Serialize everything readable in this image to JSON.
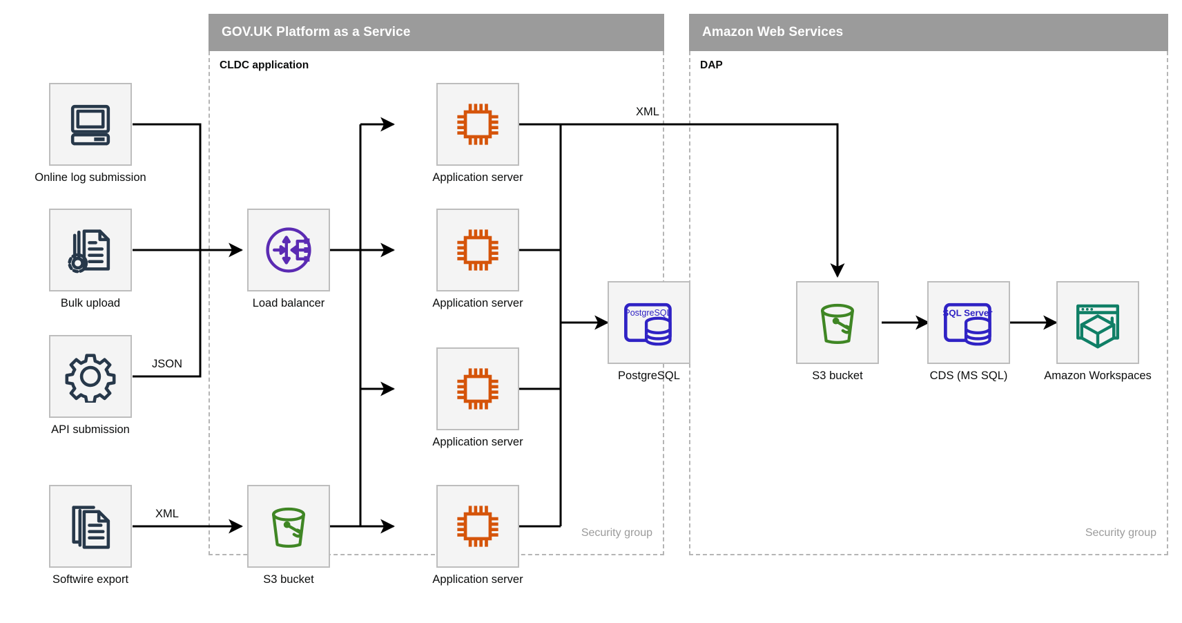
{
  "groups": [
    {
      "id": "paas",
      "title": "GOV.UK Platform as a Service",
      "subtitle": "CLDC application",
      "footer": "Security group"
    },
    {
      "id": "aws",
      "title": "Amazon Web Services",
      "subtitle": "DAP",
      "footer": "Security group"
    }
  ],
  "nodes": {
    "online_log": {
      "label": "Online log submission",
      "icon": "desktop-computer-icon"
    },
    "bulk_upload": {
      "label": "Bulk upload",
      "icon": "document-gear-icon"
    },
    "api_submission": {
      "label": "API submission",
      "icon": "gear-icon"
    },
    "softwire_export": {
      "label": "Softwire export",
      "icon": "documents-stack-icon"
    },
    "load_balancer": {
      "label": "Load balancer",
      "icon": "load-balancer-icon"
    },
    "app_server_1": {
      "label": "Application server",
      "icon": "cpu-chip-icon"
    },
    "app_server_2": {
      "label": "Application server",
      "icon": "cpu-chip-icon"
    },
    "app_server_3": {
      "label": "Application server",
      "icon": "cpu-chip-icon"
    },
    "app_server_4": {
      "label": "Application server",
      "icon": "cpu-chip-icon"
    },
    "postgresql": {
      "label": "PostgreSQL",
      "icon": "postgresql-database-icon",
      "badge": "PostgreSQL"
    },
    "s3_paas": {
      "label": "S3 bucket",
      "icon": "s3-bucket-icon"
    },
    "s3_aws": {
      "label": "S3 bucket",
      "icon": "s3-bucket-icon"
    },
    "cds": {
      "label": "CDS (MS SQL)",
      "icon": "sql-server-database-icon",
      "badge": "SQL Server"
    },
    "workspaces": {
      "label": "Amazon Workspaces",
      "icon": "amazon-workspaces-icon"
    }
  },
  "edge_labels": {
    "api_json": "JSON",
    "softwire_xml": "XML",
    "appserver_xml": "XML"
  },
  "colors": {
    "header_grey": "#9b9b9b",
    "tile_fill": "#f4f4f4",
    "tile_border": "#bdbdbd",
    "dashed_border": "#b5b5b5",
    "icon_navy": "#27384a",
    "icon_purple": "#5b2bb3",
    "icon_orange": "#d5540a",
    "icon_green": "#3f8624",
    "icon_blue": "#2f22c4",
    "icon_teal": "#107f66",
    "line_black": "#000000",
    "muted_text": "#9b9b9b"
  }
}
